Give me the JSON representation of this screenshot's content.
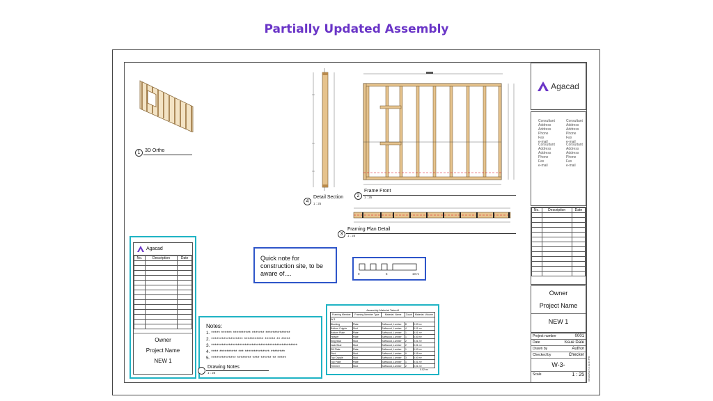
{
  "headline": "Partially Updated Assembly",
  "views": {
    "ortho": {
      "num": "1",
      "title": "3D Ortho"
    },
    "detail": {
      "num": "4",
      "title": "Detail Section",
      "scale": "1 : 25"
    },
    "front": {
      "num": "2",
      "title": "Frame Front",
      "scale": "1 : 25"
    },
    "plan": {
      "num": "3",
      "title": "Framing Plan Detail",
      "scale": "1 : 25"
    },
    "notes": {
      "title": "Drawing Notes",
      "scale": "1 : 25"
    }
  },
  "logo": {
    "text": "Agacad"
  },
  "consultants": [
    {
      "name": "Consultant",
      "lines": [
        "Address",
        "Address",
        "Phone",
        "Fax",
        "e-mail"
      ]
    },
    {
      "name": "Consultant",
      "lines": [
        "Address",
        "Address",
        "Phone",
        "Fax",
        "e-mail"
      ]
    },
    {
      "name": "Consultant",
      "lines": [
        "Address",
        "Address",
        "Phone",
        "Fax",
        "e-mail"
      ]
    },
    {
      "name": "Consultant",
      "lines": [
        "Address",
        "Address",
        "Phone",
        "Fax",
        "e-mail"
      ]
    }
  ],
  "revisions": {
    "headers": [
      "No.",
      "Description",
      "Date"
    ]
  },
  "title_block": {
    "owner": "Owner",
    "project_name": "Project Name",
    "sheet_name": "NEW 1",
    "rows": [
      {
        "label": "Project number",
        "value": "0001"
      },
      {
        "label": "Date",
        "value": "Issue Date"
      },
      {
        "label": "Drawn by",
        "value": "Author"
      },
      {
        "label": "Checked by",
        "value": "Checker"
      }
    ],
    "sheet_number": "W-3-",
    "scale_label": "Scale",
    "scale_value": "1 : 25",
    "side_date": "06/18/2019 2:10:24 PM"
  },
  "note_box": {
    "text": "Quick note for construction site, to be aware of...."
  },
  "scale_bar": {
    "ticks": [
      "0",
      "5",
      "10 m"
    ]
  },
  "notes": {
    "heading": "Notes:",
    "items": [
      "1. ***** ****** ********** ******* **************",
      "2. ****************** *********** ****** ** *****",
      "3. *************************************************",
      "4. **** ********** *** ************** ********",
      "5. ************** ******** **** ****** ** *****"
    ]
  },
  "material_takeoff": {
    "title": "Assembly Material Takeoff",
    "headers": [
      "Framing Member",
      "Framing Member Type",
      "Material: Name",
      "Count",
      "Material: Volume"
    ],
    "group": "W-3",
    "rows": [
      [
        "Blocking",
        "Plate",
        "Softwood, Lumber",
        "8",
        "0.00 m³"
      ],
      [
        "Bottom Cripple",
        "Stud",
        "Softwood, Lumber",
        "4",
        "0.01 m³"
      ],
      [
        "Bottom Plate",
        "Plate",
        "Softwood, Lumber",
        "1",
        "0.01 m³"
      ],
      [
        "Header",
        "Plate",
        "Softwood, Lumber",
        "1",
        "0.00 m³"
      ],
      [
        "King Stud",
        "Stud",
        "Softwood, Lumber",
        "2",
        "0.01 m³"
      ],
      [
        "Jack Stud",
        "Stud",
        "Softwood, Lumber",
        "2",
        "0.01 m³"
      ],
      [
        "Sill Plate",
        "Plate",
        "Softwood, Lumber",
        "1",
        "0.00 m³"
      ],
      [
        "Stud",
        "Stud",
        "Softwood, Lumber",
        "9",
        "0.05 m³"
      ],
      [
        "Top Cripple",
        "Stud",
        "Softwood, Lumber",
        "3",
        "0.00 m³"
      ],
      [
        "Top Plate",
        "Plate",
        "Softwood, Lumber",
        "1",
        "0.01 m³"
      ],
      [
        "Trimmer",
        "Stud",
        "Softwood, Lumber",
        "2",
        "0.01 m³"
      ]
    ],
    "total": "0.02 m³"
  },
  "callout_titleblock": {
    "owner": "Owner",
    "project_name": "Project Name",
    "sheet_name": "NEW 1"
  },
  "colors": {
    "accent": "#6a35c7",
    "callout": "#1fb3c4",
    "notebox": "#2e55c9",
    "wood": "#d8b07a"
  }
}
